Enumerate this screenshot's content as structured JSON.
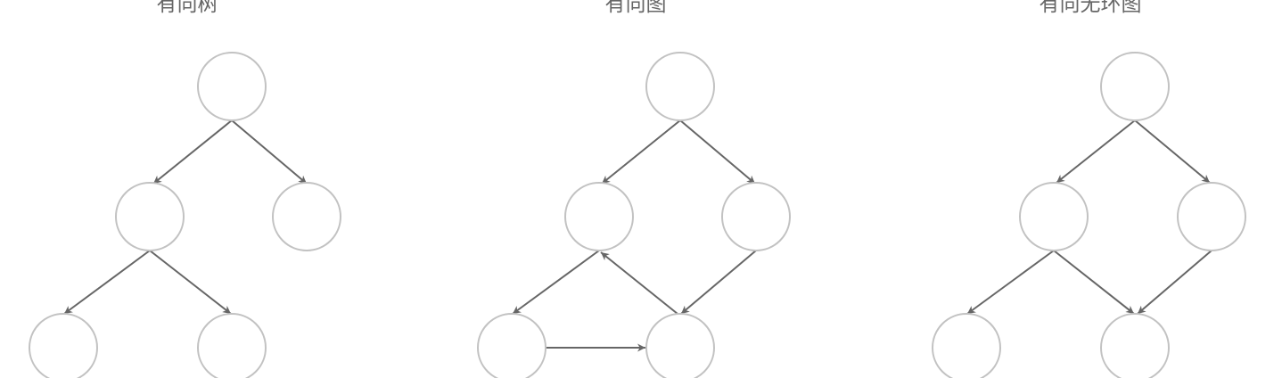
{
  "diagrams": [
    {
      "id": "tree",
      "title": "有向树"
    },
    {
      "id": "graph",
      "title": "有向图"
    },
    {
      "id": "dag",
      "title": "有向无环图"
    }
  ],
  "colors": {
    "node_stroke": "#c2c2c2",
    "edge": "#666666",
    "title_text": "#666666",
    "background": "#ffffff"
  }
}
